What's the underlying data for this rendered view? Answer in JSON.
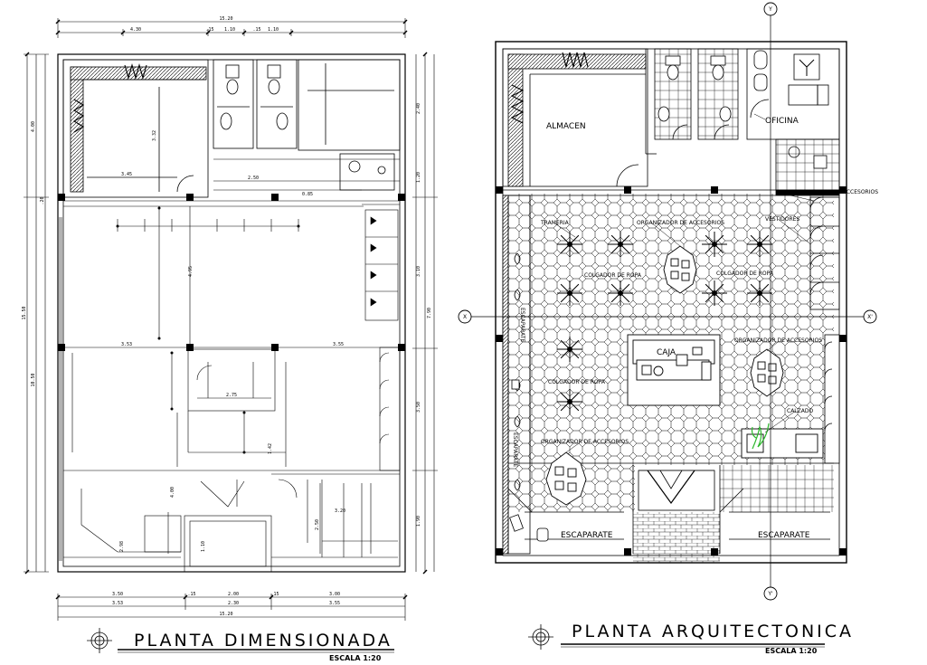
{
  "left_plan": {
    "title": "PLANTA DIMENSIONADA",
    "scale": "ESCALA 1:20",
    "dims_top": [
      "15.20",
      "4.30",
      ".15",
      "1.10",
      ".15",
      "1.10"
    ],
    "dims_bottom": [
      "3.50",
      ".15",
      "2.00",
      ".15",
      "3.00",
      "3.53",
      "2.30",
      "3.55",
      "15.20"
    ],
    "dims_left": [
      "4.00",
      ".20",
      "10.50",
      "15.50"
    ],
    "dims_right": [
      "2.40",
      "1.20",
      "3.10",
      "3.50",
      "1.90",
      "7.90"
    ],
    "dims_inner": [
      "3.45",
      "2.50",
      "3.32",
      "4.95",
      "3.53",
      "3.55",
      "2.75",
      "2.98",
      "1.42",
      "4.00",
      "1.10",
      "0.85",
      "2.50",
      "3.20"
    ]
  },
  "right_plan": {
    "title": "PLANTA ARQUITECTONICA",
    "scale": "ESCALA 1:20",
    "rooms": {
      "almacen": "ALMACEN",
      "oficina": "OFICINA",
      "caja": "CAJA",
      "calzado": "CALZADO",
      "trameria": "TRAMERIA",
      "escaparate_left_1": "ESCAPARATE",
      "escaparate_left_2": "ESCAPARATE",
      "escaparate_bottom_1": "ESCAPARATE",
      "escaparate_bottom_2": "ESCAPARATE",
      "org_acc_top": "ORGANIZADOR DE ACCESORIOS",
      "org_acc_right_top": "ORGANIZADOR DE ACCESORIOS",
      "org_acc_right_mid": "ORGANIZADOR DE ACCESORIOS",
      "org_acc_bottom": "ORGANIZADOR DE ACCESORIOS",
      "colgador_1": "COLGADOR DE ROPA",
      "colgador_2": "COLGADOR DE ROPA",
      "colgador_3": "COLGADOR DE ROPA",
      "vestidores": "VESTIDORES"
    },
    "axis_marks": {
      "top": "Y",
      "bottom": "Y'",
      "left": "X",
      "right": "X'"
    }
  }
}
